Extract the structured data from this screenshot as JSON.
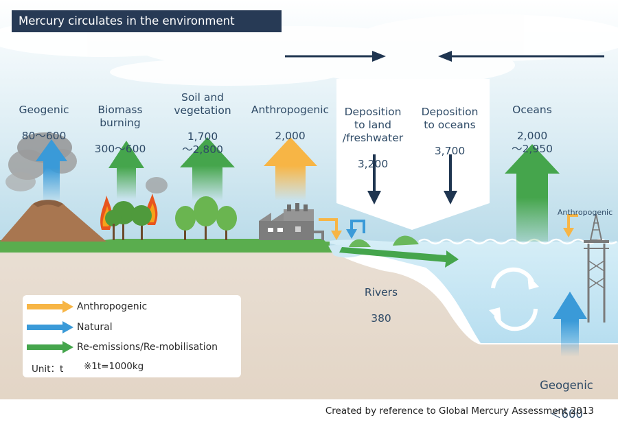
{
  "title": "Mercury circulates in the environment",
  "flows": {
    "geogenic_land": {
      "name": "Geogenic",
      "value": "80～600"
    },
    "biomass": {
      "name": "Biomass\nburning",
      "value": "300～600"
    },
    "soil": {
      "name": "Soil and\nvegetation",
      "value": "1,700\n～2,800"
    },
    "anthropogenic": {
      "name": "Anthropogenic",
      "value": "2,000"
    },
    "deposition_land": {
      "name": "Deposition\nto land\n/freshwater",
      "value": "3,200"
    },
    "deposition_oceans": {
      "name": "Deposition\nto oceans",
      "value": "3,700"
    },
    "oceans": {
      "name": "Oceans",
      "value": "2,000\n～2,950"
    },
    "anthropogenic_sea": {
      "name": "Anthropogenic"
    },
    "rivers": {
      "name": "Rivers",
      "value": "380"
    },
    "geogenic_sea": {
      "name": "Geogenic",
      "value": "＜600"
    }
  },
  "legend": {
    "items": [
      {
        "label": "Anthropogenic",
        "color": "#f7b545"
      },
      {
        "label": "Natural",
        "color": "#3a9ad8"
      },
      {
        "label": "Re-emissions/Re-mobilisation",
        "color": "#45a54c"
      }
    ],
    "unit": "Unit：t",
    "unit_note": "※1t=1000kg"
  },
  "caption": "Created by reference to Global Mercury Assessment 2013",
  "colors": {
    "anthropogenic": "#f7b545",
    "natural": "#3a9ad8",
    "reemission": "#45a54c",
    "deposition": "#1f3550",
    "sky": "#d8ebf3",
    "ocean": "#c7e6f2",
    "ground": "#e7dbcf",
    "grass": "#5aad4e"
  },
  "icons": [
    "volcano-icon",
    "fire-icon",
    "tree-icon",
    "factory-icon",
    "oil-rig-icon",
    "cycle-icon",
    "cloud-icon"
  ]
}
